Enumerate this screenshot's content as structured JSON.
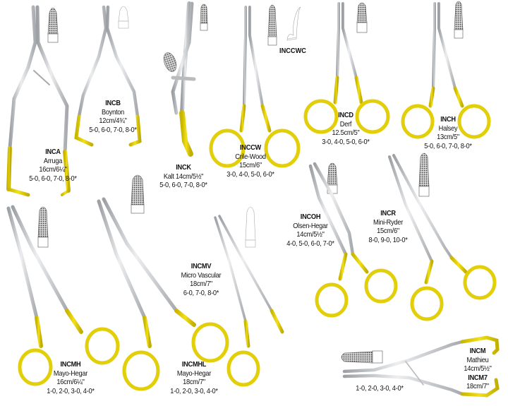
{
  "colors": {
    "gold": "#E6D20A",
    "gold_dark": "#B8A400",
    "steel": "#C9CBCE",
    "steel_dark": "#8E9195",
    "steel_light": "#EEEFF1",
    "tip_outline": "#777777",
    "text": "#111111"
  },
  "products": [
    {
      "code": "INCA",
      "name": "Arruga",
      "size": "16cm/6¼\"",
      "sutures": "5-0, 6-0, 7-0, 8-0*"
    },
    {
      "code": "INCB",
      "name": "Boynton",
      "size": "12cm/4¾\"",
      "sutures": "5-0, 6-0, 7-0, 8-0*"
    },
    {
      "code": "INCK",
      "name": "Kalt 14cm/5½\"",
      "sutures": "5-0, 6-0, 7-0, 8-0*"
    },
    {
      "code": "INCCW",
      "name": "Crile-Wood",
      "size": "15cm/6\"",
      "sutures": "3-0, 4-0, 5-0, 6-0*"
    },
    {
      "code": "INCCWC"
    },
    {
      "code": "INCD",
      "name": "Derf",
      "size": "12.5cm/5\"",
      "sutures": "3-0, 4-0, 5-0, 6-0*"
    },
    {
      "code": "INCH",
      "name": "Halsey",
      "size": "13cm/5\"",
      "sutures": "5-0, 6-0, 7-0, 8-0*"
    },
    {
      "code": "INCOH",
      "name": "Olsen-Hegar",
      "size": "14cm/5½\"",
      "sutures": "4-0, 5-0, 6-0, 7-0*"
    },
    {
      "code": "INCR",
      "name": "Mini-Ryder",
      "size": "15cm/6\"",
      "sutures": "8-0, 9-0, 10-0*"
    },
    {
      "code": "INCMV",
      "name": "Micro Vascular",
      "size": "18cm/7\"",
      "sutures": "6-0, 7-0, 8-0*"
    },
    {
      "code": "INCMH",
      "name": "Mayo-Hegar",
      "size": "16cm/6¼\"",
      "sutures": "1-0, 2-0, 3-0, 4-0*"
    },
    {
      "code": "INCMHL",
      "name": "Mayo-Hegar",
      "size": "18cm/7\"",
      "sutures": "1-0, 2-0, 3-0, 4-0*"
    },
    {
      "code": "INCM",
      "name": "Mathieu",
      "size": "14cm/5½\"",
      "code2": "INCM7",
      "size2": "18cm/7\"",
      "sutures": "1-0, 2-0, 3-0, 4-0*"
    }
  ]
}
